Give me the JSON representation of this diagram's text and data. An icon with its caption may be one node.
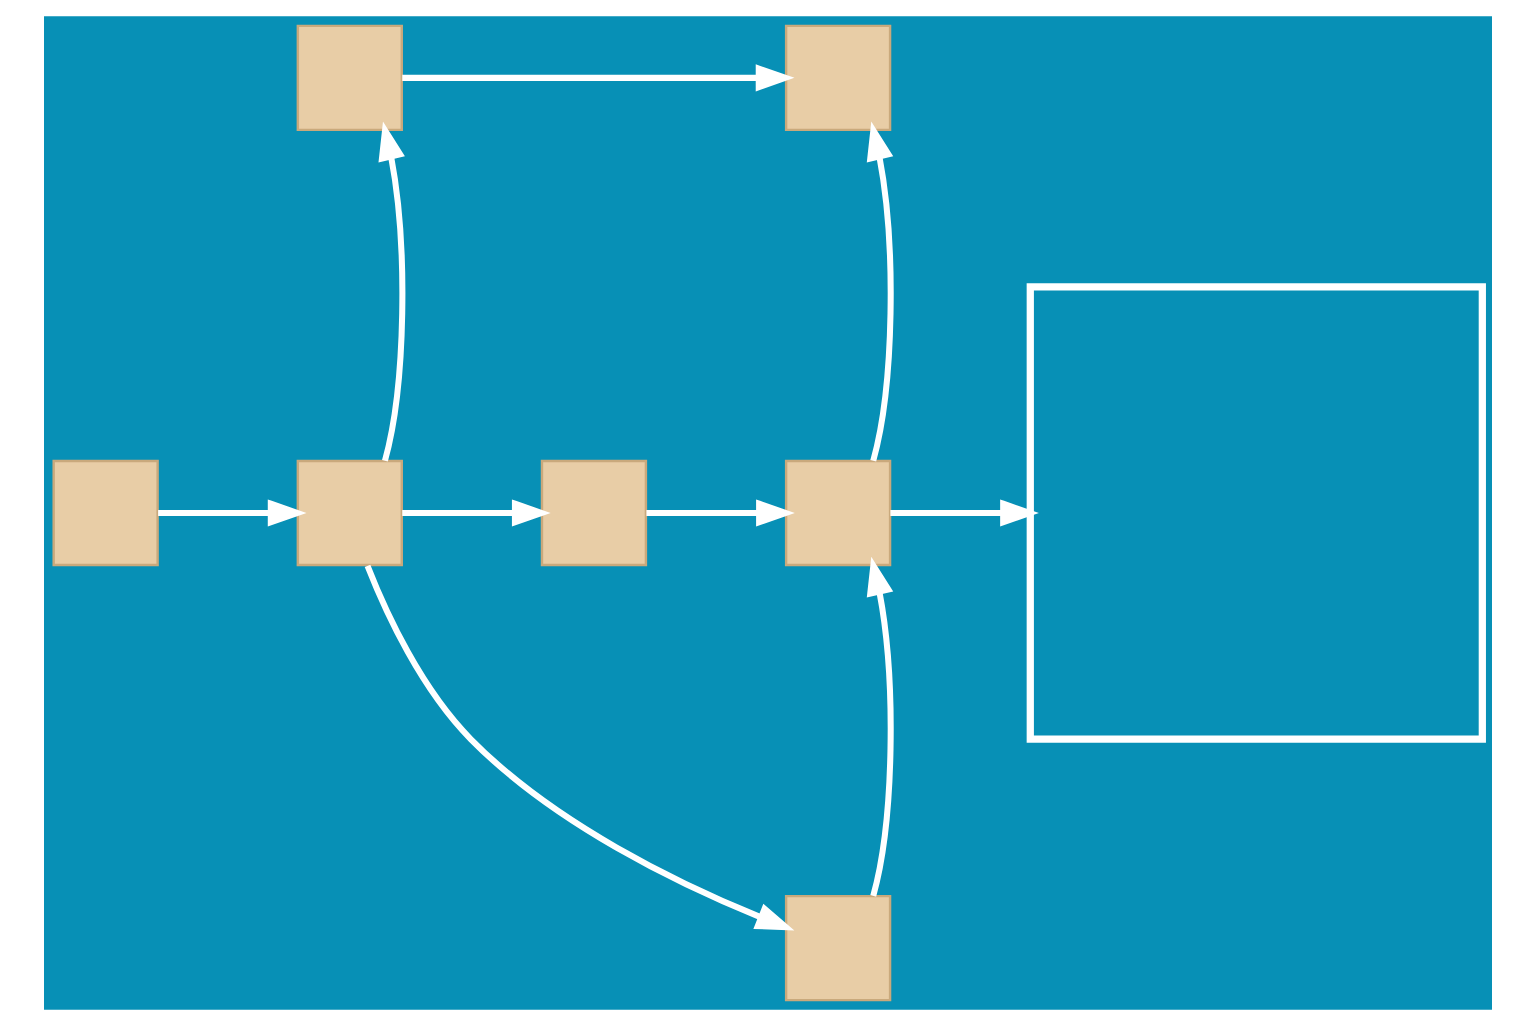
{
  "diagram": {
    "nodes": [
      {
        "text": [],
        "shape": "box"
      },
      {
        "text": [],
        "shape": "box"
      },
      {
        "text": [],
        "shape": "box"
      },
      {
        "text": [],
        "shape": "box"
      },
      {
        "text": [],
        "shape": "box"
      },
      {
        "text": [],
        "shape": "box"
      },
      {
        "text": [],
        "shape": "box"
      },
      {
        "text": [],
        "shape": "box"
      }
    ],
    "edges": [
      {
        "from": 2,
        "to": 3,
        "arrow": "to"
      },
      {
        "from": 3,
        "to": 0,
        "arrow": "to"
      },
      {
        "from": 0,
        "to": 1,
        "arrow": "to"
      },
      {
        "from": 3,
        "to": 4,
        "arrow": "to"
      },
      {
        "from": 4,
        "to": 5,
        "arrow": "to"
      },
      {
        "from": 5,
        "to": 1,
        "arrow": "to"
      },
      {
        "from": 3,
        "to": 7,
        "arrow": "to"
      },
      {
        "from": 7,
        "to": 5,
        "arrow": "to"
      },
      {
        "from": 5,
        "to": 6,
        "arrow": "to"
      }
    ]
  }
}
